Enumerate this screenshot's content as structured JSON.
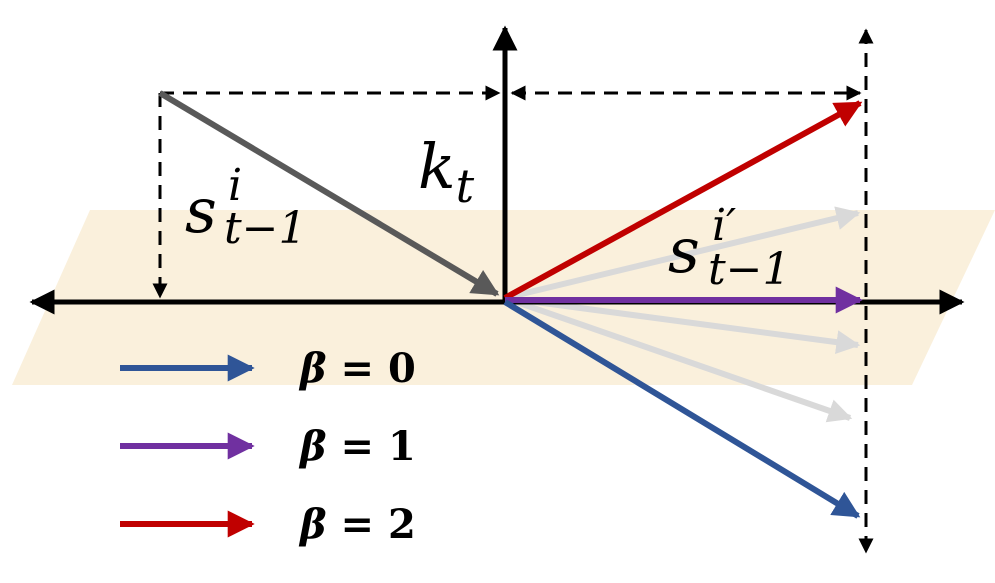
{
  "diagram": {
    "labels": {
      "k": "k",
      "k_sub": "t",
      "s_prev": "s",
      "s_prev_sup": "i",
      "s_prev_sub": "t−1",
      "s_proj": "s",
      "s_proj_sup": "i′",
      "s_proj_sub": "t−1"
    },
    "legend": [
      {
        "symbol": "β",
        "op": " = ",
        "value": "0",
        "color": "#2f5597"
      },
      {
        "symbol": "β",
        "op": " = ",
        "value": "1",
        "color": "#7030a0"
      },
      {
        "symbol": "β",
        "op": " = ",
        "value": "2",
        "color": "#c00000"
      }
    ],
    "colors": {
      "plane": "#faf0dc",
      "axis": "#000000",
      "gray_vector": "#595959",
      "faint_vector": "#d9d9d9"
    }
  }
}
